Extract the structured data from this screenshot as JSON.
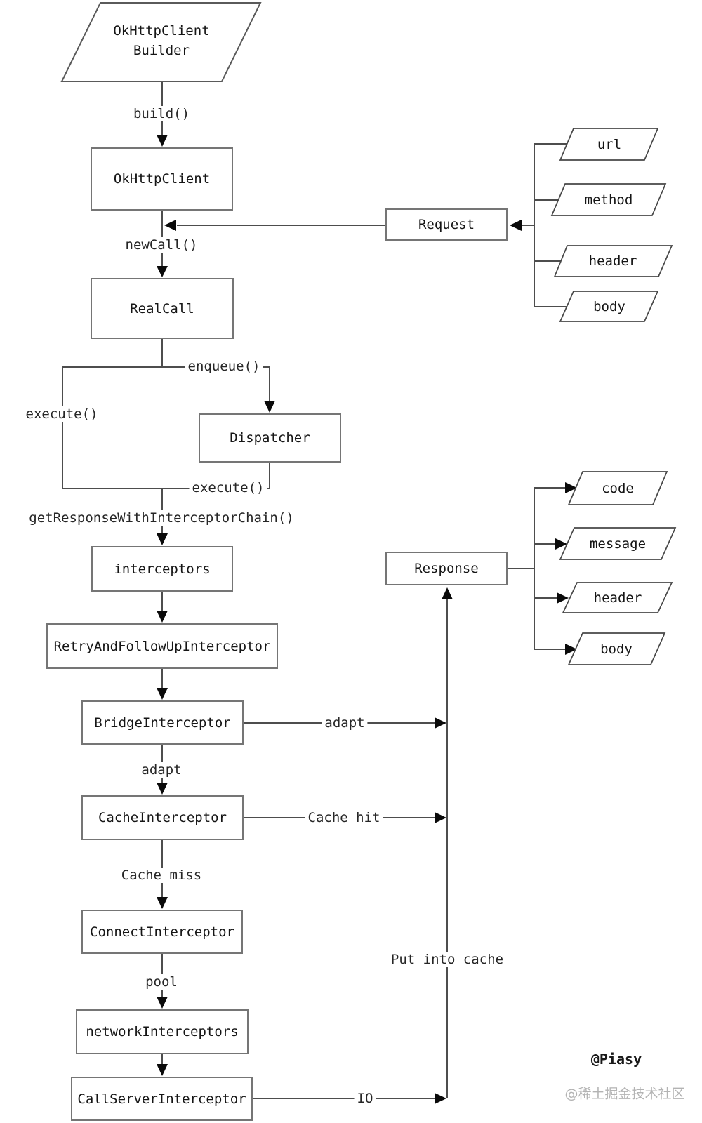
{
  "nodes": {
    "builder_line1": "OkHttpClient",
    "builder_line2": "Builder",
    "client": "OkHttpClient",
    "real_call": "RealCall",
    "dispatcher": "Dispatcher",
    "interceptors": "interceptors",
    "retry": "RetryAndFollowUpInterceptor",
    "bridge": "BridgeInterceptor",
    "cache": "CacheInterceptor",
    "connect": "ConnectInterceptor",
    "network": "networkInterceptors",
    "call_server": "CallServerInterceptor",
    "request": "Request",
    "response": "Response"
  },
  "request_fields": [
    "url",
    "method",
    "header",
    "body"
  ],
  "response_fields": [
    "code",
    "message",
    "header",
    "body"
  ],
  "edge_labels": {
    "build": "build()",
    "new_call": "newCall()",
    "enqueue": "enqueue()",
    "execute_left": "execute()",
    "execute_bottom": "execute()",
    "get_response": "getResponseWithInterceptorChain()",
    "adapt_right": "adapt",
    "adapt_down": "adapt",
    "cache_hit": "Cache hit",
    "cache_miss": "Cache miss",
    "pool": "pool",
    "put_into_cache": "Put into cache",
    "io": "IO"
  },
  "watermarks": {
    "author": "@Piasy",
    "community": "@稀土掘金技术社区"
  },
  "colors": {
    "background": "#ffffff",
    "line": "#4d4d4d",
    "box_border": "#757575",
    "arrow": "#0a0a0a",
    "text": "#151515",
    "watermark_gray": "#b3b3b3"
  }
}
